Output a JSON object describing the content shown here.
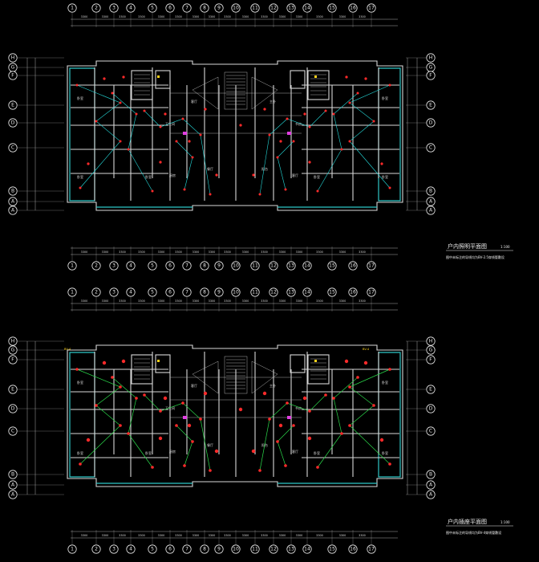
{
  "axes": {
    "top_vertical": [
      "1",
      "2",
      "3",
      "4",
      "5",
      "6",
      "7",
      "8",
      "9",
      "10",
      "11",
      "12",
      "13",
      "14",
      "15",
      "16",
      "17"
    ],
    "left_horizontal": [
      "H",
      "G",
      "F",
      "E",
      "D",
      "C",
      "B",
      "A",
      "A"
    ]
  },
  "plan1": {
    "title": "户内照明平面图",
    "scale": "1:100",
    "note": "图中未标注的导线均为BV-2.5穿线管敷设"
  },
  "plan2": {
    "title": "户内插座平面图",
    "scale": "1:100",
    "note": "图中未标注的导线均为BV-4穿线管敷设"
  },
  "rooms": [
    "卧室",
    "卧室",
    "卧室",
    "客厅",
    "厨房",
    "卫生间",
    "餐厅",
    "阳台",
    "主卧",
    "书房"
  ],
  "colors": {
    "background": "#000000",
    "wall": "#d8d8d8",
    "cyan": "#25d9d9",
    "fixture": "#ff2a2a",
    "label": "#ffd21a",
    "green": "#2bd84a"
  }
}
